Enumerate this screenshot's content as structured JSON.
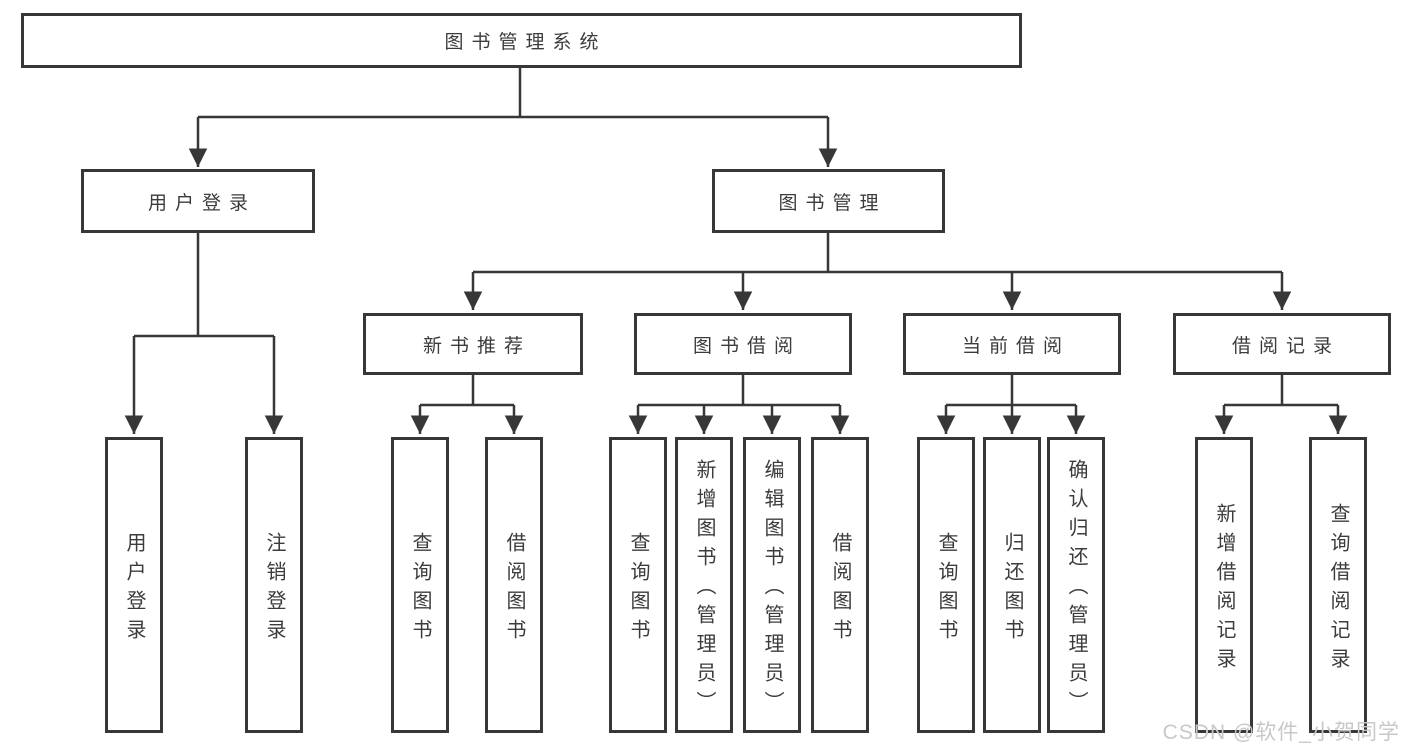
{
  "diagram": {
    "root": {
      "label": "图书管理系统"
    },
    "user_login": {
      "label": "用户登录",
      "leaves": [
        {
          "label": "用户登录"
        },
        {
          "label": "注销登录"
        }
      ]
    },
    "book_management": {
      "label": "图书管理",
      "children": [
        {
          "label": "新书推荐",
          "leaves": [
            {
              "label": "查询图书"
            },
            {
              "label": "借阅图书"
            }
          ]
        },
        {
          "label": "图书借阅",
          "leaves": [
            {
              "label": "查询图书"
            },
            {
              "label": "新增图书（管理员）"
            },
            {
              "label": "编辑图书（管理员）"
            },
            {
              "label": "借阅图书"
            }
          ]
        },
        {
          "label": "当前借阅",
          "leaves": [
            {
              "label": "查询图书"
            },
            {
              "label": "归还图书"
            },
            {
              "label": "确认归还（管理员）"
            }
          ]
        },
        {
          "label": "借阅记录",
          "leaves": [
            {
              "label": "新增借阅记录"
            },
            {
              "label": "查询借阅记录"
            }
          ]
        }
      ]
    }
  },
  "watermark": {
    "text": "CSDN @软件_小贺同学"
  },
  "colors": {
    "line": "#373737",
    "text": "#3c3c3c",
    "watermark": "#c8c8c8",
    "background": "#ffffff"
  }
}
